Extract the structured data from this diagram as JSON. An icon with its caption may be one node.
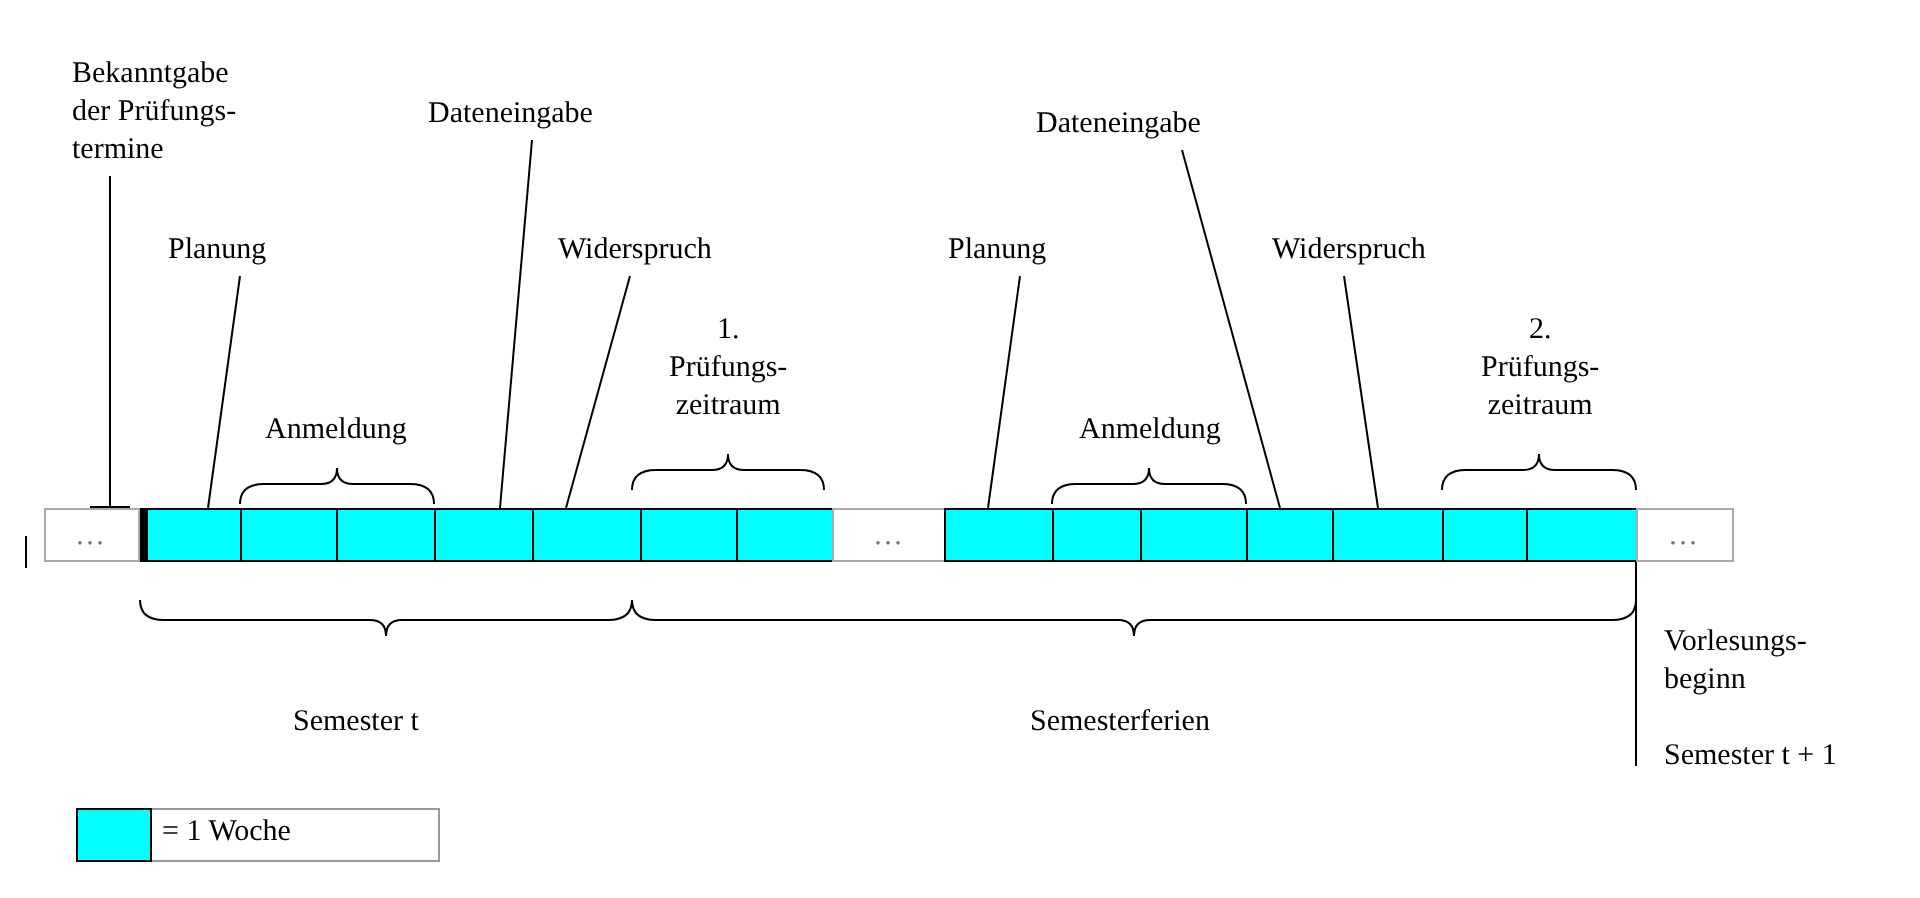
{
  "diagram": {
    "nodes": [
      {
        "text": [
          "Bekanntgabe der Prüfungs- termine"
        ]
      },
      {
        "text": [
          "Dateneingabe"
        ]
      },
      {
        "text": [
          "Dateneingabe"
        ]
      },
      {
        "text": [
          "Planung"
        ]
      },
      {
        "text": [
          "Widerspruch"
        ]
      },
      {
        "text": [
          "Planung"
        ]
      },
      {
        "text": [
          "Widerspruch"
        ]
      },
      {
        "text": [
          "…"
        ]
      },
      {
        "text": [],
        "shape": "box"
      },
      {
        "text": [],
        "shape": "box"
      },
      {
        "text": [],
        "shape": "box"
      },
      {
        "text": [],
        "shape": "box"
      },
      {
        "text": [],
        "shape": "box"
      },
      {
        "text": [],
        "shape": "box"
      },
      {
        "text": [],
        "shape": "box"
      },
      {
        "text": [
          "…"
        ]
      },
      {
        "text": [],
        "shape": "box"
      },
      {
        "text": [],
        "shape": "box"
      },
      {
        "text": [],
        "shape": "box"
      },
      {
        "text": [],
        "shape": "box"
      },
      {
        "text": [],
        "shape": "box"
      },
      {
        "text": [],
        "shape": "box"
      },
      {
        "text": [],
        "shape": "box"
      },
      {
        "text": [
          "…"
        ]
      }
    ],
    "edges": [
      {
        "from": 0,
        "to": 7,
        "arrow": "other"
      },
      {
        "from": 3,
        "to": 8,
        "arrow": "none"
      },
      {
        "from": 1,
        "to": 11,
        "arrow": "none"
      },
      {
        "from": 4,
        "to": 12,
        "arrow": "none"
      },
      {
        "from": 5,
        "to": 16,
        "arrow": "none"
      },
      {
        "from": 2,
        "to": 19,
        "arrow": "none"
      },
      {
        "from": 6,
        "to": 20,
        "arrow": "none"
      }
    ],
    "labels": [
      "Anmeldung",
      "1. Prüfungs- zeitraum",
      "Anmeldung",
      "2. Prüfungs- zeitraum",
      "Semester t",
      "Semesterferien",
      "Vorlesungs- beginn",
      "Semester t + 1"
    ],
    "legend": [
      {
        "text": "= 1 Woche",
        "color": "#00ffff"
      }
    ]
  }
}
